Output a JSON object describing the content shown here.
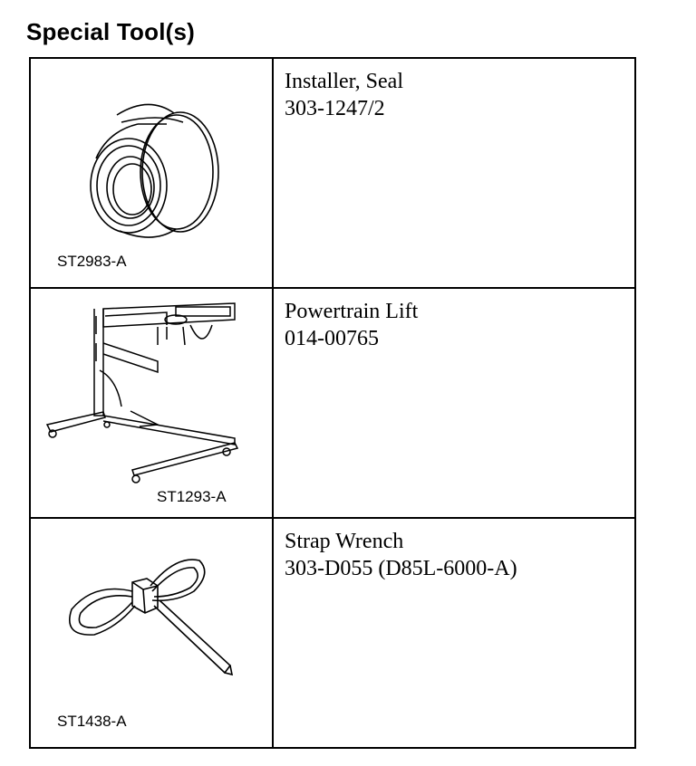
{
  "heading": "Special Tool(s)",
  "tools": [
    {
      "name": "Installer, Seal",
      "number": "303-1247/2",
      "figure_label": "ST2983-A",
      "icon": "seal-installer-icon"
    },
    {
      "name": "Powertrain Lift",
      "number": "014-00765",
      "figure_label": "ST1293-A",
      "icon": "powertrain-lift-icon"
    },
    {
      "name": "Strap Wrench",
      "number": "303-D055 (D85L-6000-A)",
      "figure_label": "ST1438-A",
      "icon": "strap-wrench-icon"
    }
  ]
}
